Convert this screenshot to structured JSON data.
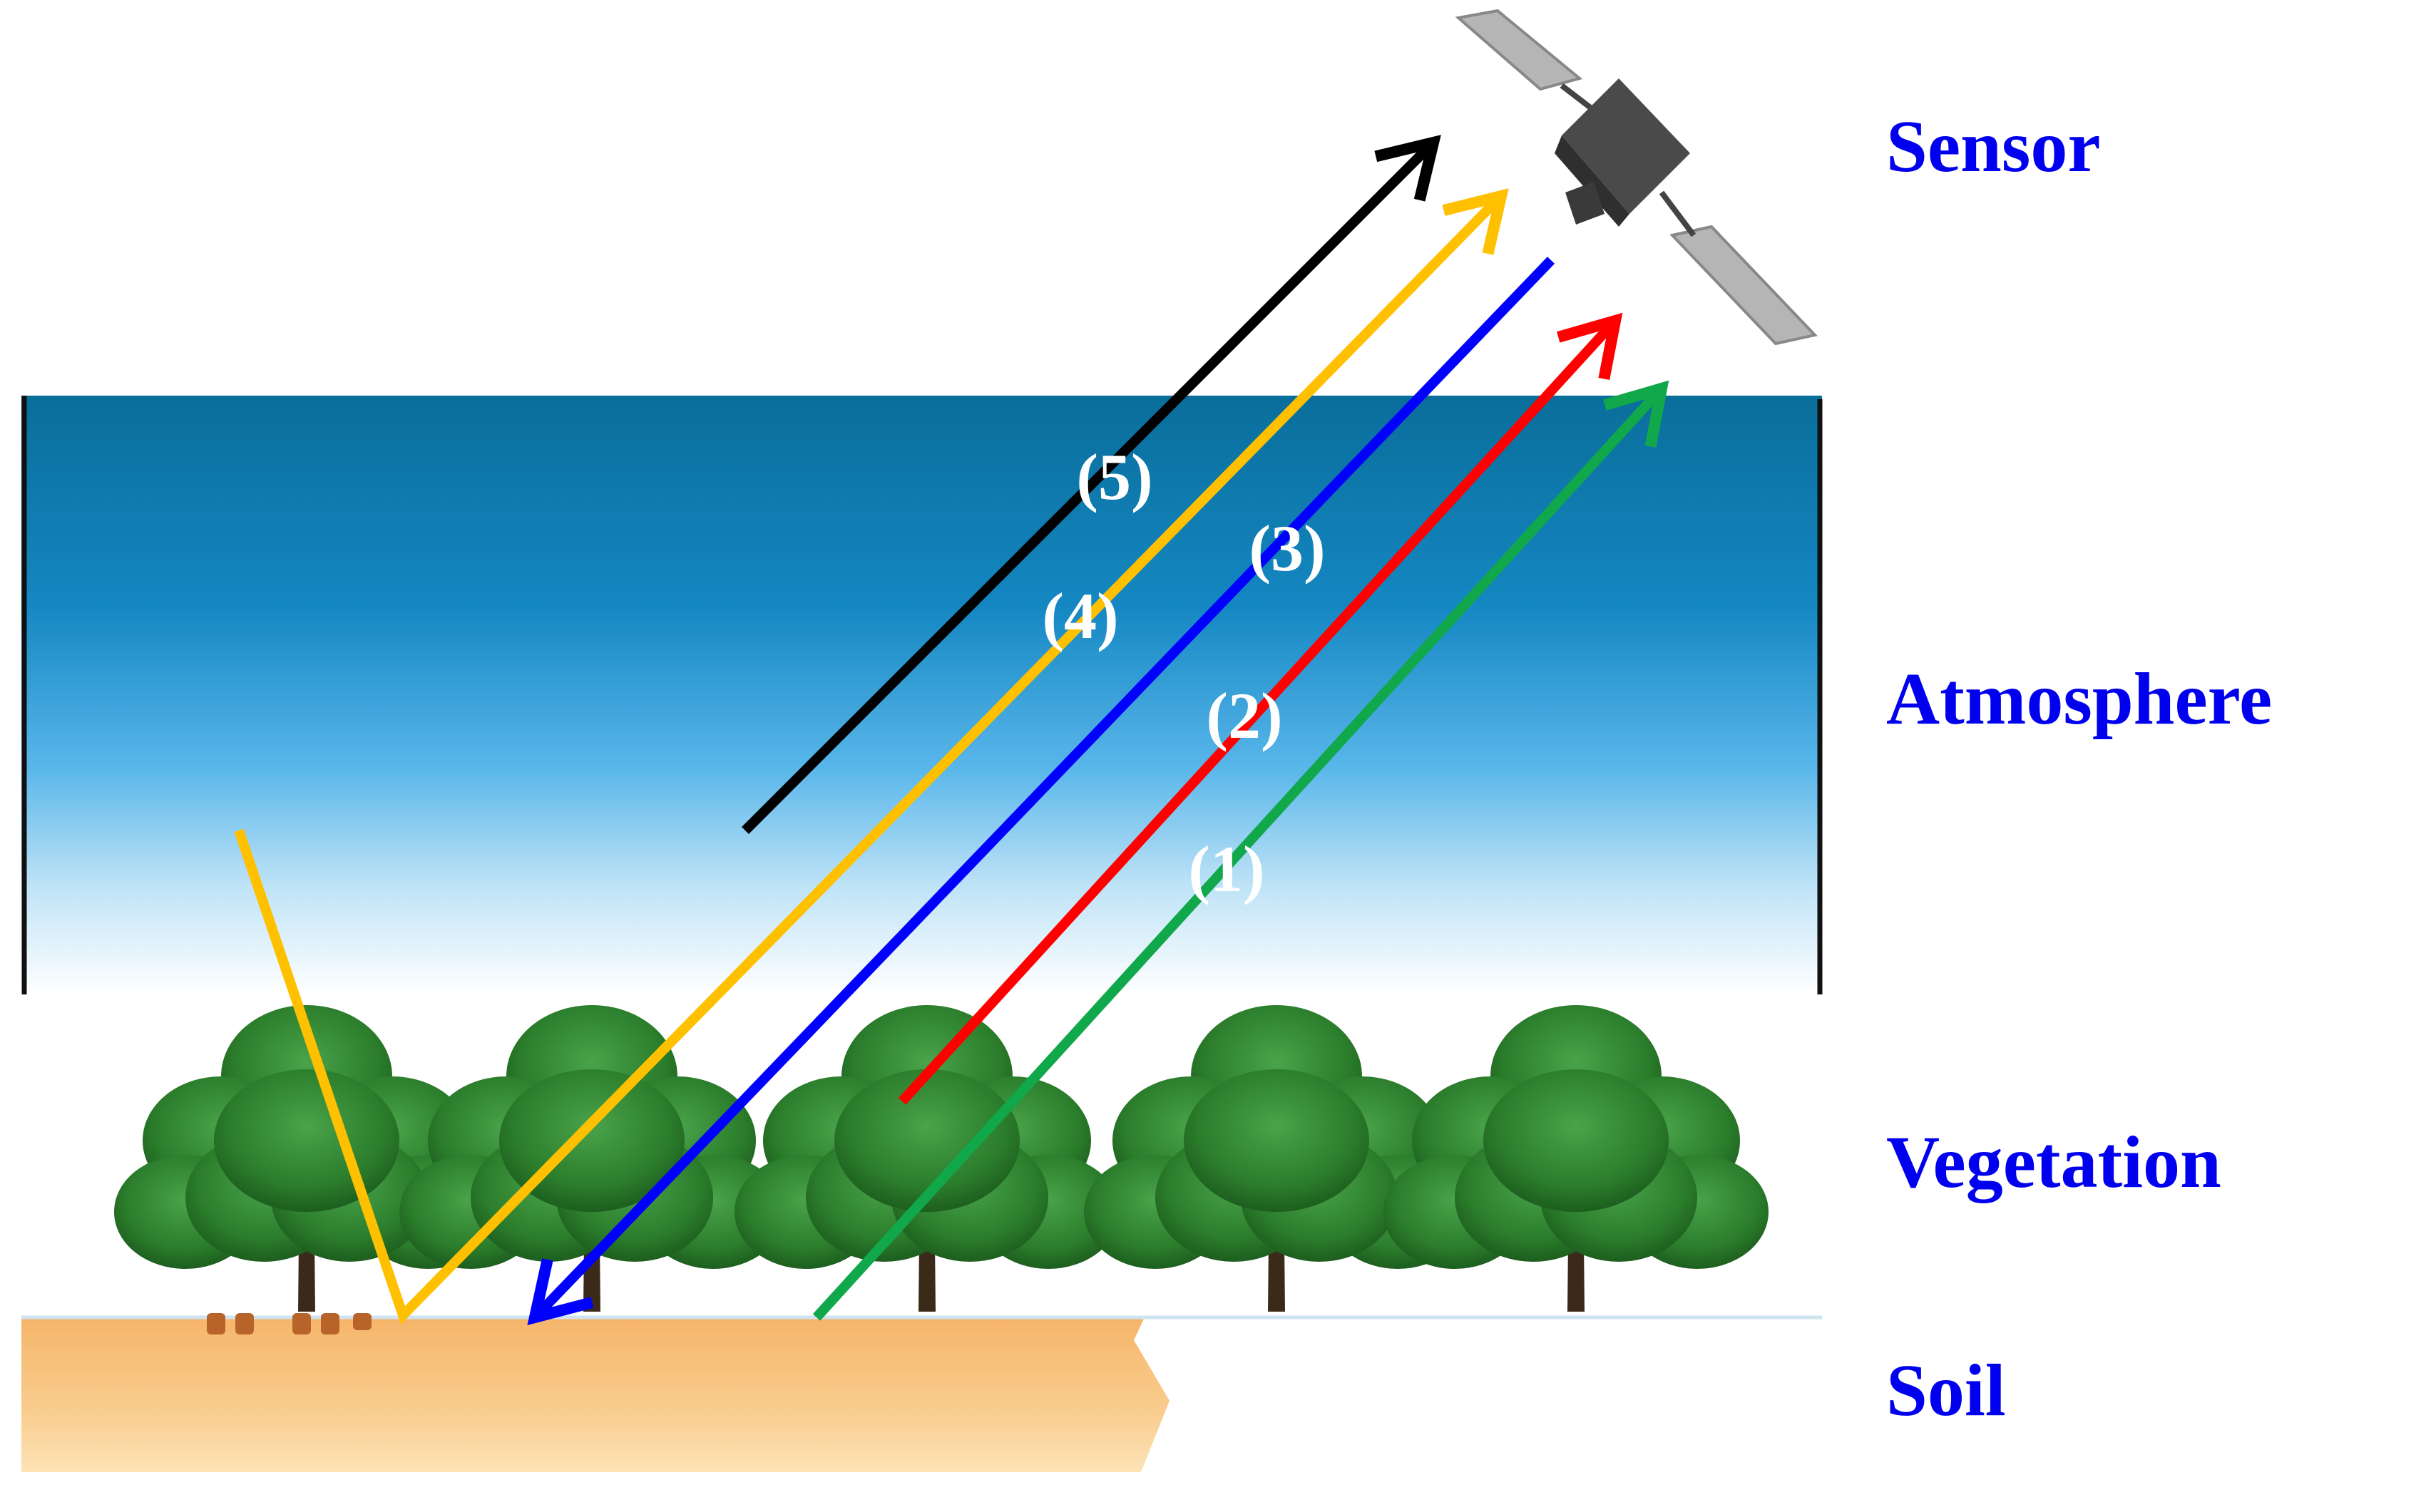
{
  "layers": {
    "sensor": "Sensor",
    "atmosphere": "Atmosphere",
    "vegetation": "Vegetation",
    "soil": "Soil"
  },
  "paths": [
    {
      "label": "(1)",
      "color": "#10a84a"
    },
    {
      "label": "(2)",
      "color": "#ff0000"
    },
    {
      "label": "(3)",
      "color": "#0000ff"
    },
    {
      "label": "(4)",
      "color": "#ffc000"
    },
    {
      "label": "(5)",
      "color": "#000000"
    }
  ],
  "colors": {
    "layer_label": "#0000ee",
    "path_label": "#ffffff",
    "sky_top": "#06719f",
    "sky_bottom": "#ffffff",
    "soil": "#f7c27a",
    "tree_canopy": "#2e8b2e",
    "satellite_body": "#555555",
    "satellite_panel": "#b5b5b5"
  }
}
